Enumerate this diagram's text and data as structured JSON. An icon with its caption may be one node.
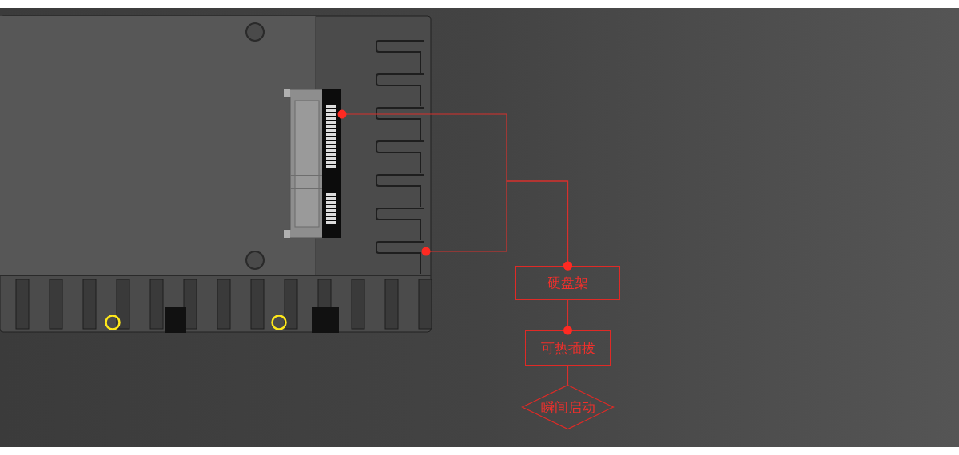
{
  "diagram": {
    "nodes": [
      {
        "text": [],
        "shape": "picture"
      },
      {
        "text": [],
        "shape": "picture",
        "in": 0
      },
      {
        "text": [
          "硬盘架"
        ]
      },
      {
        "text": [
          "可热插拔"
        ]
      },
      {
        "text": [
          "瞬间启动"
        ]
      }
    ],
    "edges": [
      {
        "from": 1,
        "to": 2,
        "arrow": "other"
      },
      {
        "from": 0,
        "to": 2,
        "arrow": "other"
      },
      {
        "from": 2,
        "to": 3,
        "arrow": "other"
      },
      {
        "from": 3,
        "to": 4,
        "arrow": "none"
      }
    ]
  }
}
